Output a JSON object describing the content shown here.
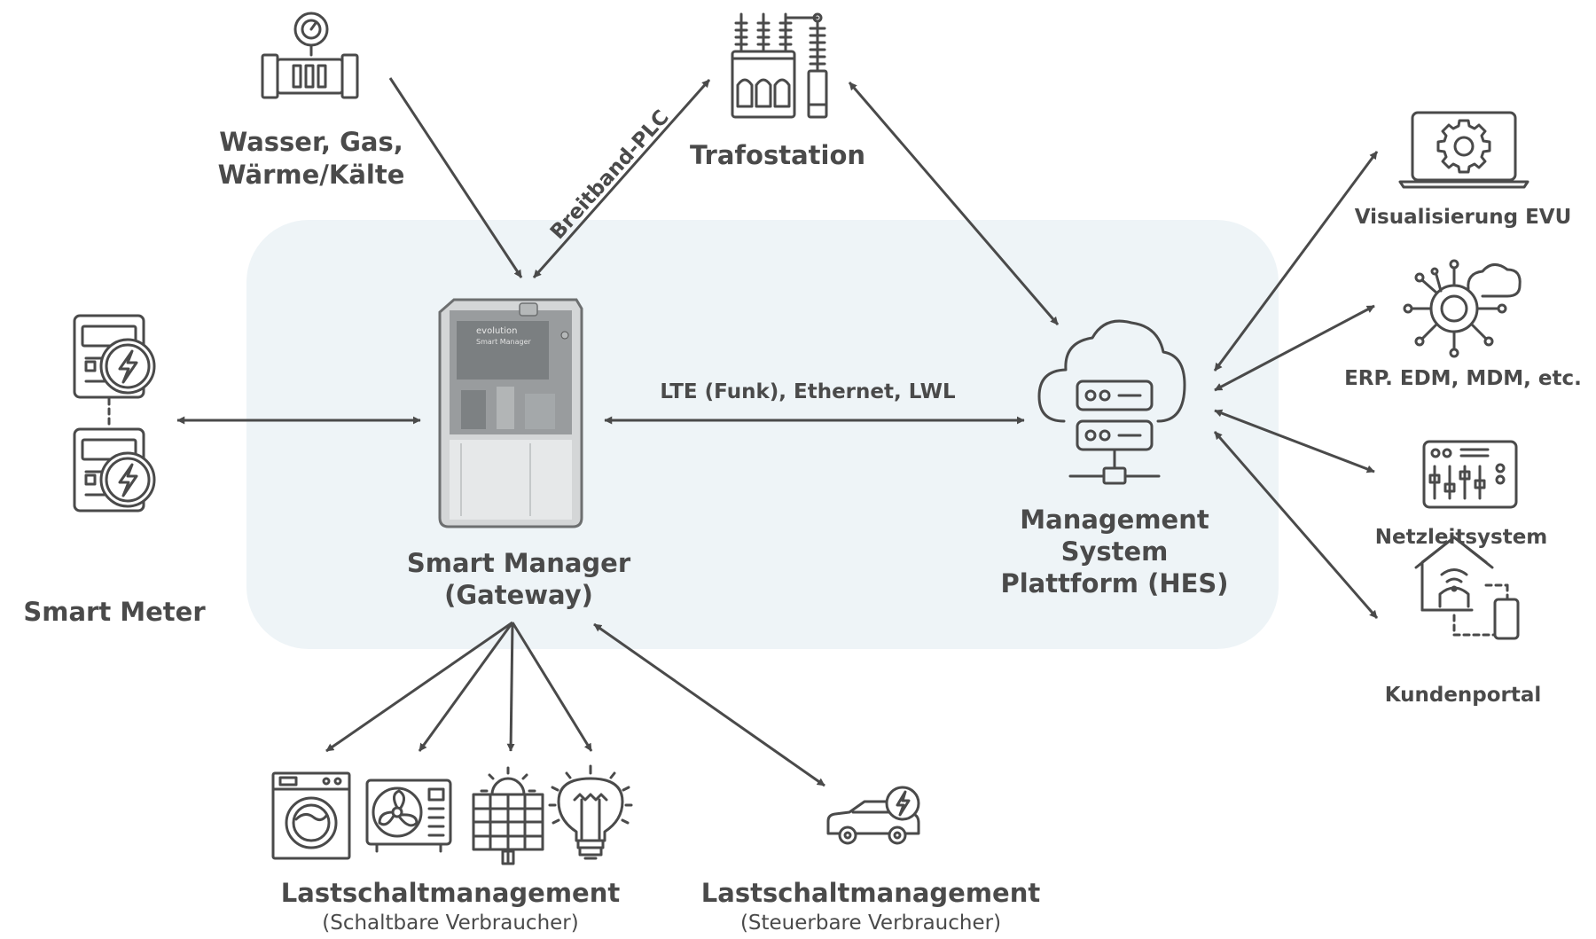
{
  "colors": {
    "stroke": "#4a4a4a",
    "panel": "#eef4f7",
    "text": "#4a4a4a"
  },
  "nodes": {
    "utilities": {
      "line1": "Wasser, Gas,",
      "line2": "Wärme/Kälte",
      "icon": "flow-meter-icon"
    },
    "trafostation": {
      "label": "Trafostation",
      "icon": "transformer-station-icon"
    },
    "smart_meter": {
      "label": "Smart Meter",
      "icon": "electricity-meter-icon"
    },
    "gateway": {
      "line1": "Smart Manager",
      "line2": "(Gateway)",
      "device_brand": "evolution",
      "device_model": "Smart Manager"
    },
    "hes": {
      "line1": "Management",
      "line2": "System",
      "line3": "Plattform (HES)",
      "icon": "cloud-server-icon"
    },
    "visualisierung": {
      "label": "Visualisierung EVU",
      "icon": "laptop-gear-icon"
    },
    "erp": {
      "label": "ERP. EDM, MDM, etc.",
      "icon": "circuit-cloud-icon"
    },
    "netzleitsystem": {
      "label": "Netzleitsystem",
      "icon": "control-panel-icon"
    },
    "kundenportal": {
      "label": "Kundenportal",
      "icon": "smart-home-icon"
    },
    "last_schaltbar": {
      "title": "Lastschaltmanagement",
      "subtitle": "(Schaltbare Verbraucher)",
      "icons": [
        "washing-machine-icon",
        "heat-pump-icon",
        "solar-panel-icon",
        "light-bulb-icon"
      ]
    },
    "last_steuerbar": {
      "title": "Lastschaltmanagement",
      "subtitle": "(Steuerbare Verbraucher)",
      "icon": "electric-car-icon"
    }
  },
  "links": {
    "breitband": "Breitband-PLC",
    "lte": "LTE (Funk), Ethernet, LWL"
  }
}
